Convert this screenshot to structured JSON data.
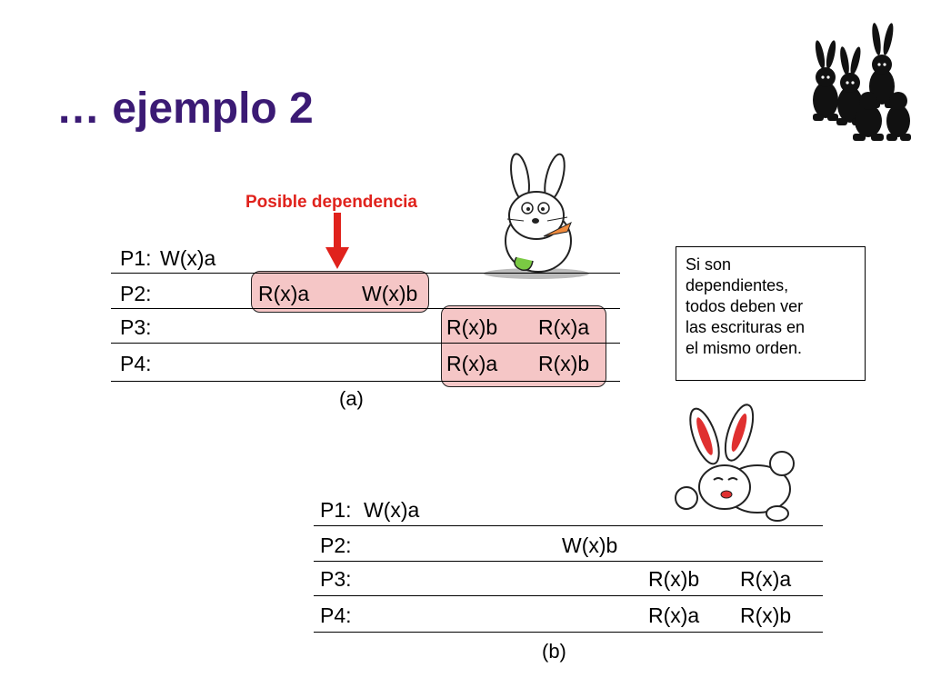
{
  "title": "… ejemplo 2",
  "dependency_label": "Posible dependencia",
  "note": {
    "lines": [
      "Si son",
      "dependientes,",
      "todos deben ver",
      "las escrituras en",
      "el mismo orden."
    ]
  },
  "diagram_a": {
    "caption": "(a)",
    "rows": [
      {
        "label": "P1:",
        "ops": [
          "W(x)a"
        ]
      },
      {
        "label": "P2:",
        "ops": [
          "R(x)a",
          "W(x)b"
        ]
      },
      {
        "label": "P3:",
        "ops": [
          "R(x)b",
          "R(x)a"
        ]
      },
      {
        "label": "P4:",
        "ops": [
          "R(x)a",
          "R(x)b"
        ]
      }
    ]
  },
  "diagram_b": {
    "caption": "(b)",
    "rows": [
      {
        "label": "P1:",
        "ops": [
          "W(x)a"
        ]
      },
      {
        "label": "P2:",
        "ops": [
          "W(x)b"
        ]
      },
      {
        "label": "P3:",
        "ops": [
          "R(x)b",
          "R(x)a"
        ]
      },
      {
        "label": "P4:",
        "ops": [
          "R(x)a",
          "R(x)b"
        ]
      }
    ]
  },
  "colors": {
    "title": "#3b1a74",
    "dependency": "#e0221c",
    "highlight": "#f5c6c6"
  },
  "illustrations": [
    "rabbit-crowd-icon",
    "rabbit-carrot-icon",
    "rabbit-running-icon"
  ]
}
